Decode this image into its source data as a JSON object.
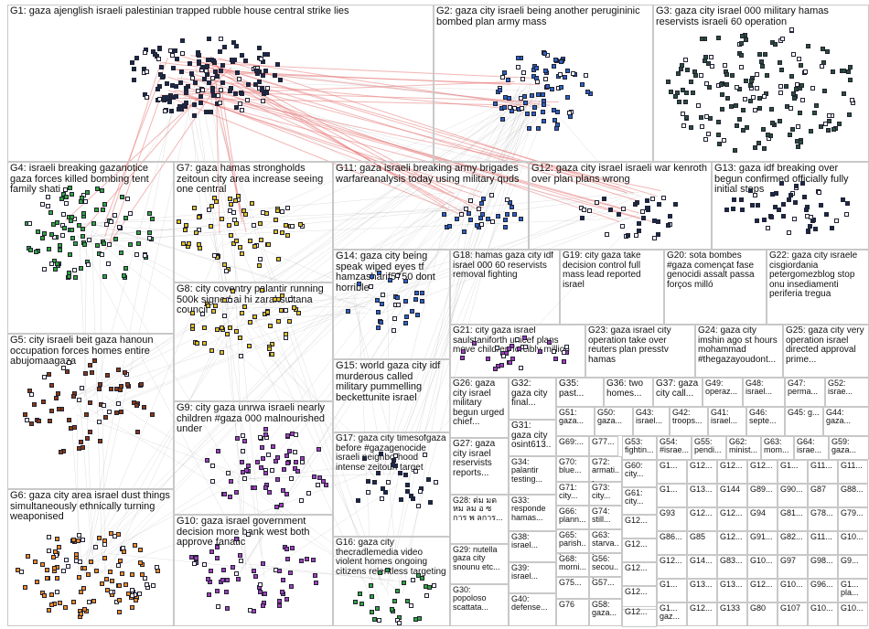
{
  "groups": [
    {
      "id": "G1",
      "label": "G1: gaza ajenglish israeli palestinian trapped rubble house central strike lies"
    },
    {
      "id": "G2",
      "label": "G2: gaza city israeli being another perugininic bombed plan army mass"
    },
    {
      "id": "G3",
      "label": "G3: gaza city israel 000 military hamas reservists israeli 60 operation"
    },
    {
      "id": "G4",
      "label": "G4: israeli breaking gazanotice gaza forces killed bombing tent family shati"
    },
    {
      "id": "G7",
      "label": "G7: gaza hamas strongholds zeitoun city area increase seeing one central"
    },
    {
      "id": "G11",
      "label": "G11: gaza israeli breaking army brigades warfareanalysis today using military quds"
    },
    {
      "id": "G12",
      "label": "G12: gaza city israel israeli war kenroth over plan plans wrong"
    },
    {
      "id": "G13",
      "label": "G13: gaza idf breaking over begun confirmed officially fully initial steps"
    },
    {
      "id": "G8",
      "label": "G8: city coventry palantir running 500k signed ai hi zarahsultana council"
    },
    {
      "id": "G14",
      "label": "G14: gaza city being speak wiped eyes tf hamzasharif5750 dont horrible"
    },
    {
      "id": "G18",
      "label": "G18: hamas gaza city idf israel 000 60 reservists removal fighting"
    },
    {
      "id": "G19",
      "label": "G19: city gaza take decision control full mass lead reported israel"
    },
    {
      "id": "G20",
      "label": "G20: sota bombes #gaza començat fase genocidi assalt passa forços milló"
    },
    {
      "id": "G22",
      "label": "G22: gaza city israele cisgiordania petergomezblog stop onu insediamenti periferia tregua"
    },
    {
      "id": "G5",
      "label": "G5: city israeli beit gaza hanoun occupation forces homes entire abujomaagaza"
    },
    {
      "id": "G15",
      "label": "G15: world gaza city idf murderous called military pummelling beckettunite israel"
    },
    {
      "id": "G21",
      "label": "G21: city gaza israel saulstaniforth unicef plans move children forcibly million"
    },
    {
      "id": "G23",
      "label": "G23: gaza israel city operation take over reuters plan presstv hamas"
    },
    {
      "id": "G24",
      "label": "G24: gaza city imshin ago st hours mohammad #thegazayoudont..."
    },
    {
      "id": "G25",
      "label": "G25: gaza city very operation israel directed approval prime..."
    },
    {
      "id": "G9",
      "label": "G9: city gaza unrwa israeli nearly children #gaza 000 malnourished under"
    },
    {
      "id": "G26",
      "label": "G26: gaza city israel military begun urged chief..."
    },
    {
      "id": "G32",
      "label": "G32: gaza city final..."
    },
    {
      "id": "G35",
      "label": "G35: past..."
    },
    {
      "id": "G36",
      "label": "G36: two homes..."
    },
    {
      "id": "G37",
      "label": "G37: gaza city call..."
    },
    {
      "id": "G49",
      "label": "G49: operaz..."
    },
    {
      "id": "G48",
      "label": "G48: israel..."
    },
    {
      "id": "G47",
      "label": "G47: perma..."
    },
    {
      "id": "G52",
      "label": "G52: israe..."
    },
    {
      "id": "G6",
      "label": "G6: gaza city area israel dust things simultaneously ethnically turning weaponised"
    },
    {
      "id": "G17",
      "label": "G17: gaza city timesofgaza before #gazagenocide israeli neighborhood intense zeitoun target"
    },
    {
      "id": "G27",
      "label": "G27: gaza city israel reservists reports..."
    },
    {
      "id": "G31",
      "label": "G31: gaza city osint613..."
    },
    {
      "id": "G51",
      "label": "G51: gaza..."
    },
    {
      "id": "G50",
      "label": "G50: gaza..."
    },
    {
      "id": "G43",
      "label": "G43: israel..."
    },
    {
      "id": "G42",
      "label": "G42: troops..."
    },
    {
      "id": "G41",
      "label": "G41: israel..."
    },
    {
      "id": "G46",
      "label": "G46: septe..."
    },
    {
      "id": "G45",
      "label": "G45: g..."
    },
    {
      "id": "G44",
      "label": "G44: gaza..."
    },
    {
      "id": "G10",
      "label": "G10: gaza israel government decision more bank west both approve fanatic"
    },
    {
      "id": "G16",
      "label": "G16: gaza city thecradlemedia video violent homes ongoing citizens relentless targeting"
    },
    {
      "id": "G28",
      "label": "G28: ต่ม มด หม ลม อ ซ การ พ ลการ..."
    },
    {
      "id": "G29",
      "label": "G29: nutella gaza city snounu etc..."
    },
    {
      "id": "G30",
      "label": "G30: popoloso scattata..."
    },
    {
      "id": "G34",
      "label": "G34: palantir testing..."
    },
    {
      "id": "G33",
      "label": "G33: responde hamas..."
    },
    {
      "id": "G38",
      "label": "G38: israel..."
    },
    {
      "id": "G39",
      "label": "G39: israel..."
    },
    {
      "id": "G40",
      "label": "G40: defense..."
    },
    {
      "id": "G69",
      "label": "G69:..."
    },
    {
      "id": "G77",
      "label": "G77..."
    },
    {
      "id": "G70",
      "label": "G70: blue..."
    },
    {
      "id": "G72",
      "label": "G72: armati..."
    },
    {
      "id": "G71",
      "label": "G71: city..."
    },
    {
      "id": "G73",
      "label": "G73: city..."
    },
    {
      "id": "G66",
      "label": "G66: plann..."
    },
    {
      "id": "G74",
      "label": "G74: still..."
    },
    {
      "id": "G65",
      "label": "G65: parish..."
    },
    {
      "id": "G63",
      "label": "G63: starva..."
    },
    {
      "id": "G68",
      "label": "G68: morni..."
    },
    {
      "id": "G56",
      "label": "G56: secou..."
    },
    {
      "id": "G75",
      "label": "G75..."
    },
    {
      "id": "G57",
      "label": "G57..."
    },
    {
      "id": "G76",
      "label": "G76"
    },
    {
      "id": "G58",
      "label": "G58: gaza..."
    },
    {
      "id": "G53",
      "label": "G53: fightin..."
    },
    {
      "id": "G54",
      "label": "G54: #israe..."
    },
    {
      "id": "G55",
      "label": "G55: pendi..."
    },
    {
      "id": "G62",
      "label": "G62: minist..."
    },
    {
      "id": "G63b",
      "label": "G63: mom..."
    },
    {
      "id": "G64",
      "label": "G64: israe..."
    },
    {
      "id": "G59",
      "label": "G59: gaza..."
    },
    {
      "id": "G60",
      "label": "G60: city..."
    },
    {
      "id": "G61",
      "label": "G61: city..."
    }
  ],
  "small_grid_labels": [
    "G1...",
    "G12...",
    "G12...",
    "G12...",
    "G1...",
    "G11...",
    "G11...",
    "G1...",
    "G13...",
    "G144",
    "G89...",
    "G90...",
    "G87",
    "G88...",
    "G93",
    "G12...",
    "G12...",
    "G94",
    "G81...",
    "G78...",
    "G79...",
    "G86...",
    "G85",
    "G12...",
    "G91...",
    "G82...",
    "G11...",
    "G10...",
    "G12...",
    "G14...",
    "G83...",
    "G10...",
    "G97",
    "G98...",
    "G9...",
    "G1...",
    "G13...",
    "G13...",
    "G12...",
    "G10...",
    "G96...",
    "G1... pla...",
    "G1... gaz...",
    "G12...",
    "G133",
    "G80",
    "G107",
    "G10...",
    "G10...",
    "G100..."
  ],
  "node_colors": {
    "dark": "#1a2a4a",
    "edge_red": "#e87a7a",
    "edge_grey": "#b8b8b8",
    "green": "#2ea83a",
    "yellow": "#e0c020",
    "orange": "#f08a20",
    "purple": "#a33fbf",
    "brown": "#8a3a10",
    "red": "#cc2222",
    "blue": "#2a63c9",
    "cell_border": "#c8c8c8"
  }
}
